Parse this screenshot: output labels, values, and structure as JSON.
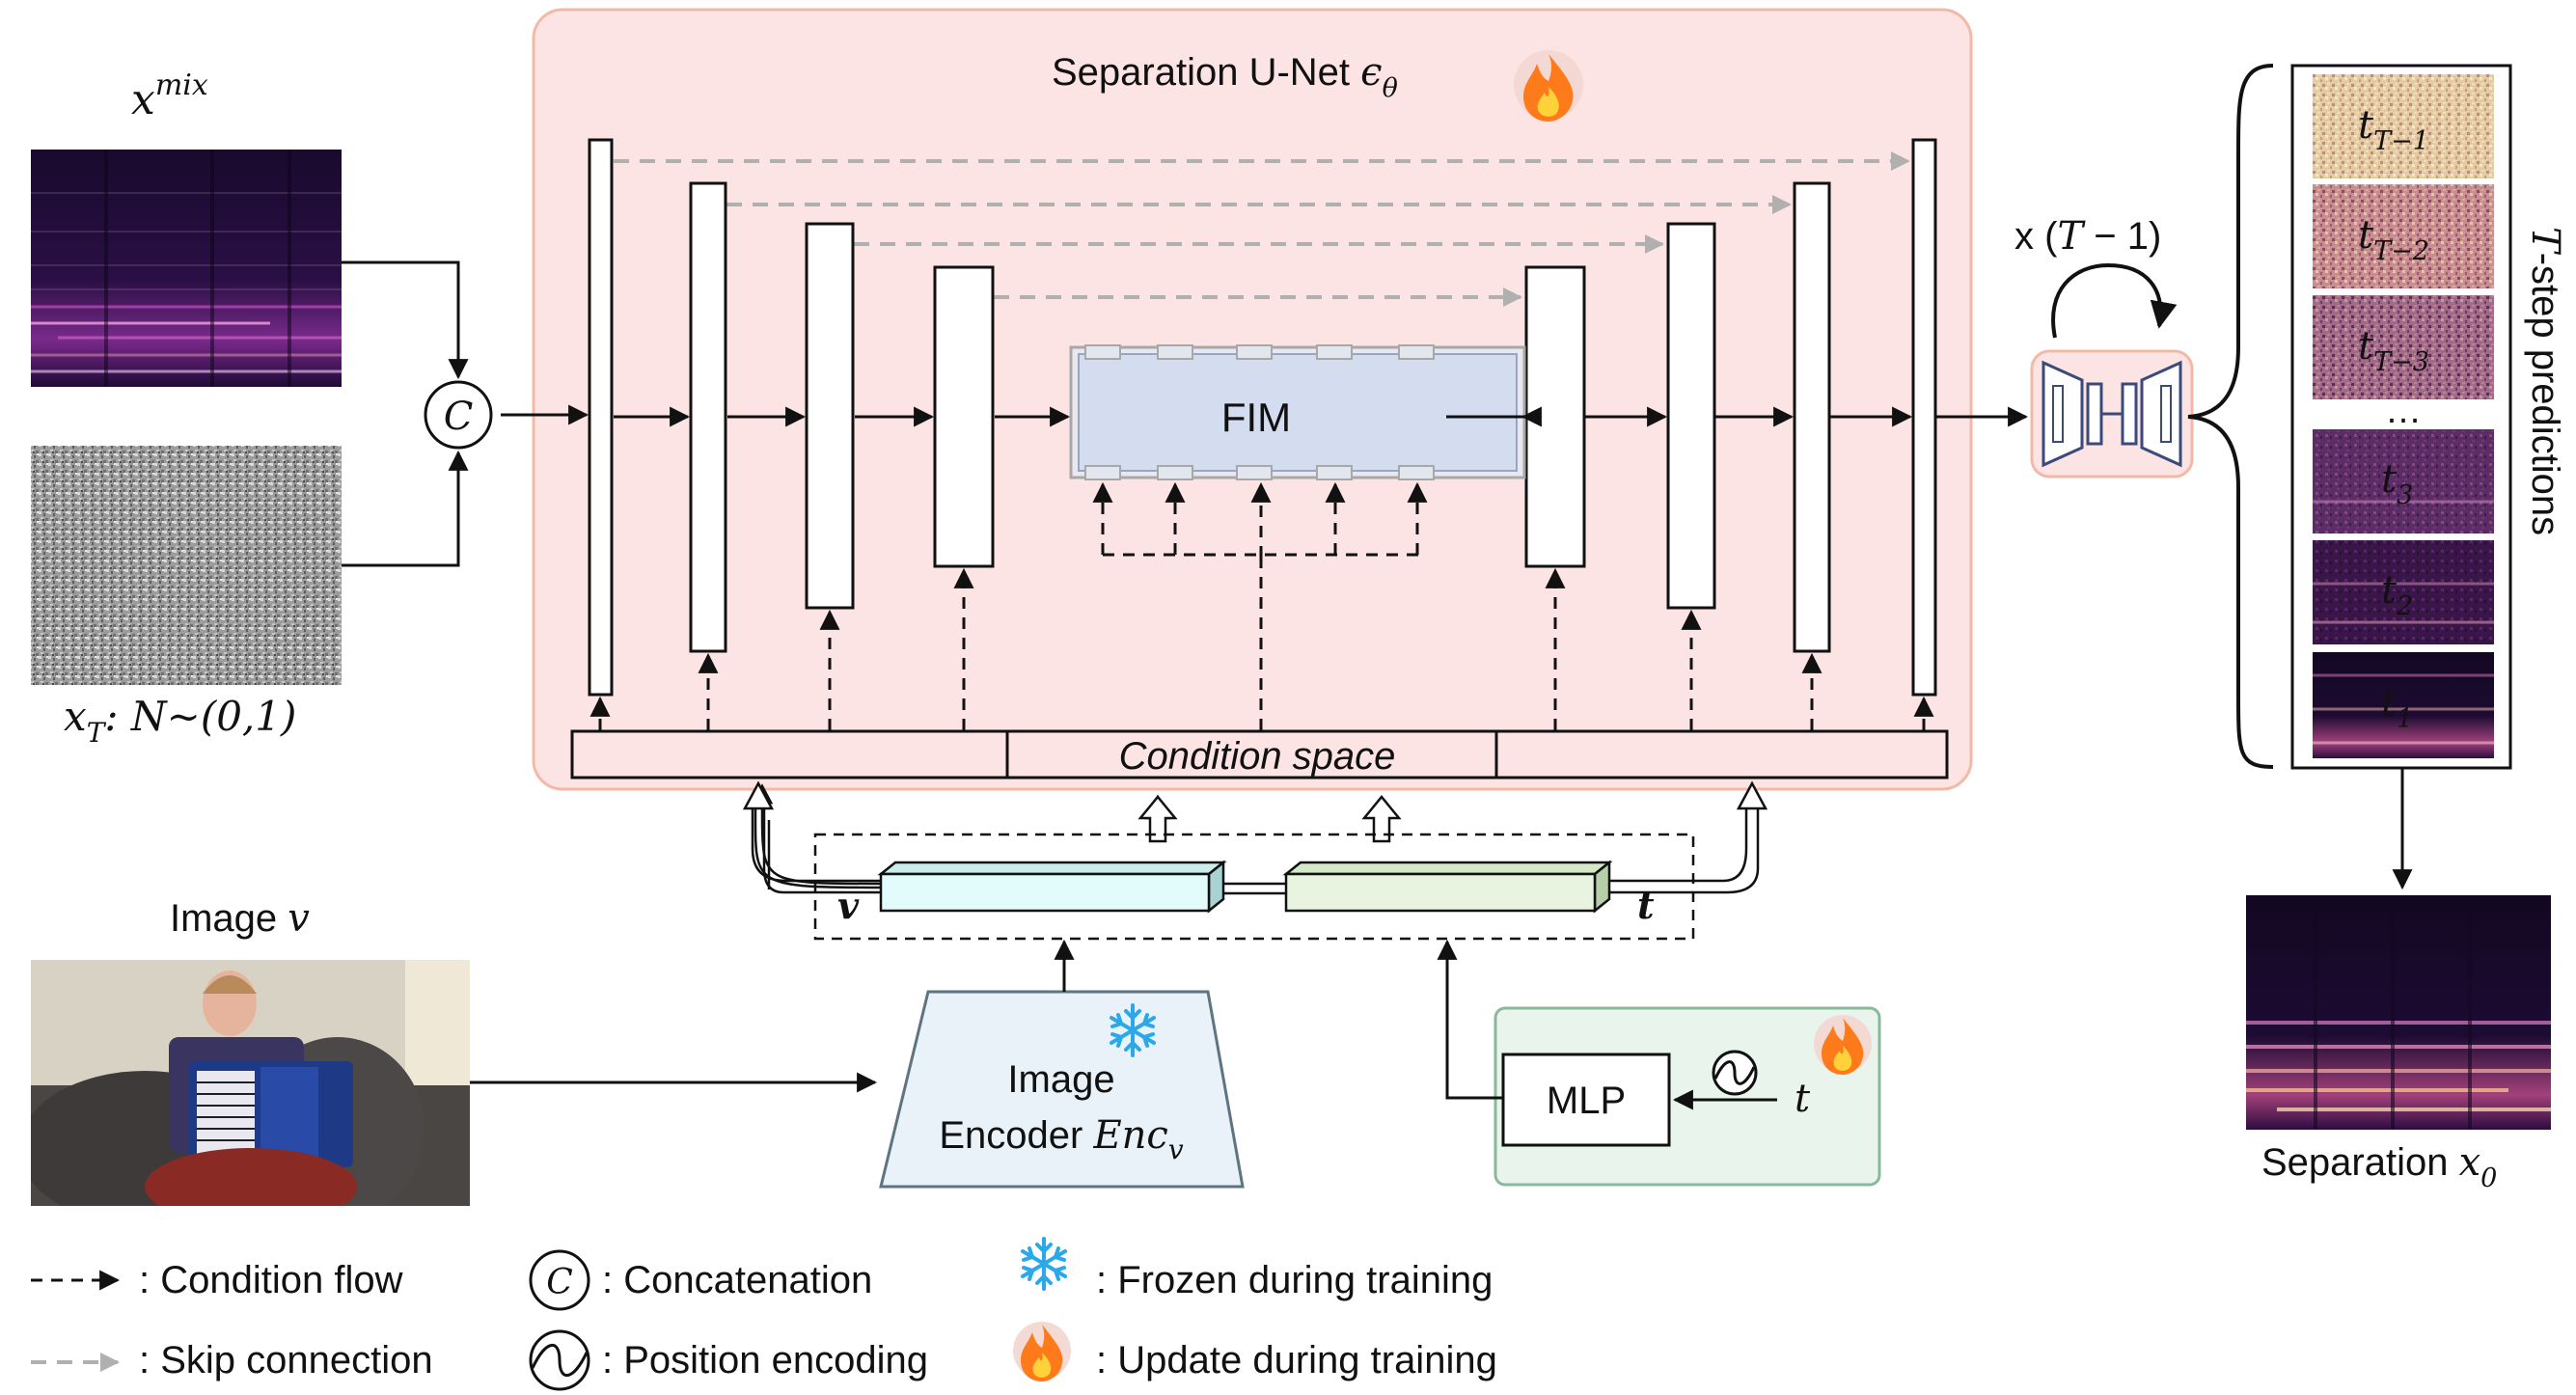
{
  "unet": {
    "title": "Separation U-Net ",
    "title_sym": "ϵ",
    "title_sub": "θ"
  },
  "fim": {
    "label": "FIM"
  },
  "condition_space": {
    "label": "Condition space"
  },
  "inputs": {
    "mix_base": "x",
    "mix_sup": "mix",
    "noise_base": "x",
    "noise_sub": "T",
    "noise_rest": ": N∼(0,1)"
  },
  "concat_symbol": "C",
  "image": {
    "title": "Image ",
    "title_var": "v"
  },
  "encoder": {
    "line1": "Image",
    "line2": "Encoder ",
    "line2_base": "Enc",
    "line2_sub": "v"
  },
  "embed": {
    "v_label": "v",
    "t_label": "t"
  },
  "mlp": {
    "label": "MLP",
    "t_input": "t"
  },
  "repeat": {
    "label": "x (",
    "var": "T",
    "rest": " − 1)"
  },
  "predictions": {
    "title_var": "T",
    "title_rest": "-step predictions",
    "items": [
      {
        "base": "t",
        "sub": "T−1"
      },
      {
        "base": "t",
        "sub": "T−2"
      },
      {
        "base": "t",
        "sub": "T−3"
      },
      {
        "ellipsis": "…"
      },
      {
        "base": "t",
        "sub": "3"
      },
      {
        "base": "t",
        "sub": "2"
      },
      {
        "base": "t",
        "sub": "1"
      }
    ]
  },
  "output": {
    "label": "Separation ",
    "base": "x",
    "sub": "0"
  },
  "legend": {
    "condition_flow": ": Condition flow",
    "skip_connection": ": Skip connection",
    "concatenation": ": Concatenation",
    "position_encoding": ": Position encoding",
    "frozen": ": Frozen during training",
    "update": ": Update during training"
  },
  "colors": {
    "unet_bg": "#fde4e4",
    "unet_border": "#f3b9a6",
    "fim_fill": "#d4ddf0",
    "v_embed": "#e2fbfb",
    "t_embed": "#e8f4e0",
    "encoder_fill": "#e8f2f8",
    "mlp_panel": "#e8f4ec",
    "mlp_border": "#89b89a",
    "skip_gray": "#b0b0b0",
    "snow_blue": "#2aa8e8",
    "flame_orange": "#ff7a1a"
  }
}
